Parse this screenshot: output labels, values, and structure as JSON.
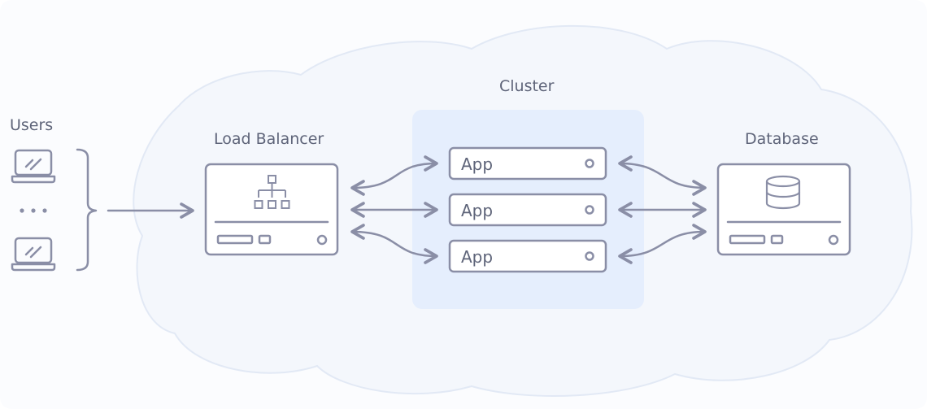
{
  "labels": {
    "users": "Users",
    "load_balancer": "Load Balancer",
    "cluster": "Cluster",
    "database": "Database"
  },
  "apps": [
    {
      "label": "App"
    },
    {
      "label": "App"
    },
    {
      "label": "App"
    }
  ],
  "icons": {
    "client": "laptop-icon",
    "ellipsis": "more-dots-icon",
    "group": "right-brace-icon",
    "load_balancer": "hierarchy-icon",
    "database": "database-cylinder-icon"
  },
  "colors": {
    "stroke": "#8a8ea6",
    "text": "#5e6479",
    "cloud_fill": "#f4f7fc",
    "cloud_stroke": "#e2e9f5",
    "cluster_fill": "#e5eefd"
  }
}
